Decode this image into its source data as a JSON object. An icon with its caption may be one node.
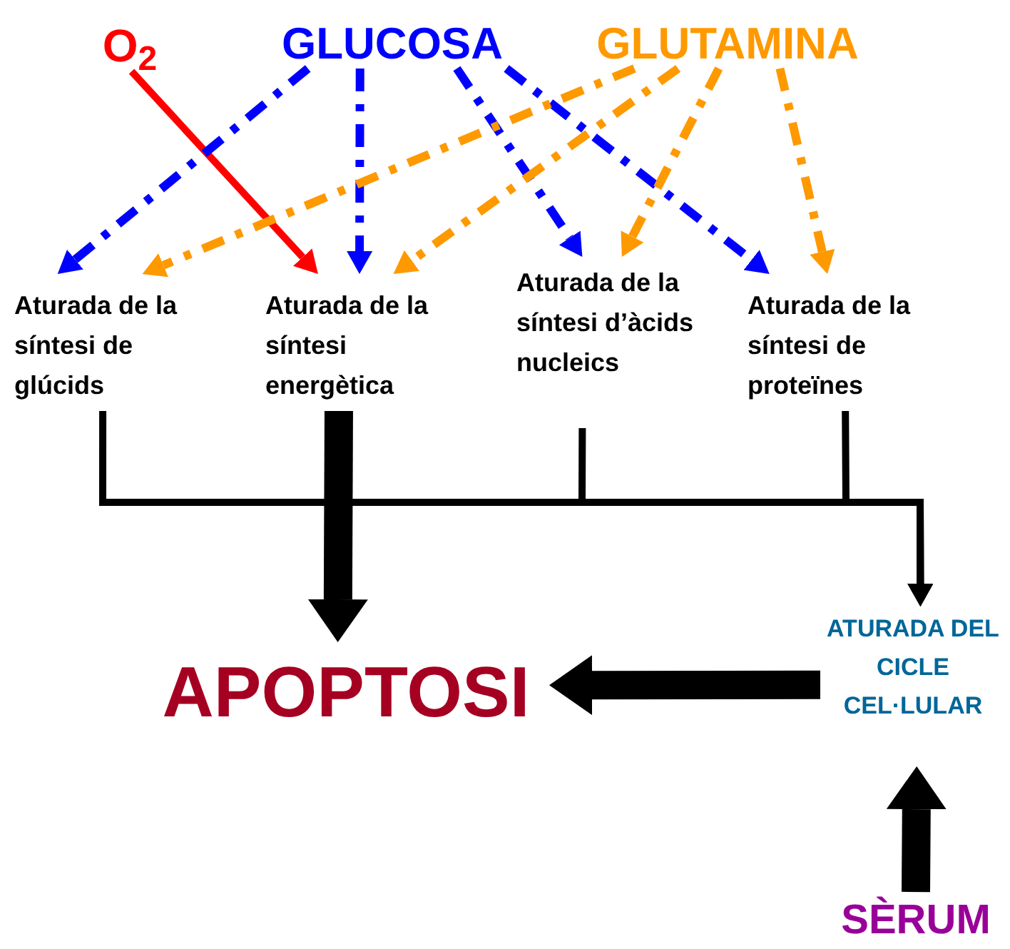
{
  "diagram": {
    "nodes": [
      {
        "text": [
          "O$_{2}$"
        ]
      },
      {
        "text": [
          "GLUCOSA"
        ]
      },
      {
        "text": [
          "GLUTAMINA"
        ]
      },
      {
        "text": [
          "Aturada de la síntesi de glúcids"
        ]
      },
      {
        "text": [
          "Aturada de la síntesi energètica"
        ]
      },
      {
        "text": [
          "Aturada de la síntesi d’àcids nucleics"
        ]
      },
      {
        "text": [
          "Aturada de la síntesi de proteïnes"
        ]
      },
      {
        "text": [
          "APOPTOSI"
        ]
      },
      {
        "text": [
          "ATURADA DEL CICLE CEL·LULAR"
        ]
      },
      {
        "text": [
          "SÈRUM"
        ]
      }
    ],
    "edges": [
      {
        "from": 0,
        "to": 4,
        "arrow": "to",
        "color": "#ff0000"
      },
      {
        "from": 1,
        "to": 3,
        "arrow": "to",
        "style": "dashed",
        "color": "#0000ff"
      },
      {
        "from": 1,
        "to": 4,
        "arrow": "to",
        "style": "dashed",
        "color": "#0000ff"
      },
      {
        "from": 1,
        "to": 5,
        "arrow": "to",
        "style": "dashed",
        "color": "#0000ff"
      },
      {
        "from": 1,
        "to": 6,
        "arrow": "to",
        "style": "dashed",
        "color": "#0000ff"
      },
      {
        "from": 2,
        "to": 3,
        "arrow": "to",
        "style": "dashed",
        "color": "#ff9900"
      },
      {
        "from": 2,
        "to": 4,
        "arrow": "to",
        "style": "dashed",
        "color": "#ff9900"
      },
      {
        "from": 2,
        "to": 5,
        "arrow": "to",
        "style": "dashed",
        "color": "#ff9900"
      },
      {
        "from": 2,
        "to": 6,
        "arrow": "to",
        "style": "dashed",
        "color": "#ff9900"
      },
      {
        "from": 3,
        "to": 8,
        "arrow": "to"
      },
      {
        "from": 5,
        "to": 8,
        "arrow": "to"
      },
      {
        "from": 6,
        "to": 8,
        "arrow": "to"
      },
      {
        "from": 4,
        "to": 7,
        "arrow": "to",
        "style": "thick"
      },
      {
        "from": 8,
        "to": 7,
        "arrow": "to",
        "style": "thick"
      },
      {
        "from": 9,
        "to": 8,
        "arrow": "to",
        "style": "thick"
      }
    ]
  }
}
